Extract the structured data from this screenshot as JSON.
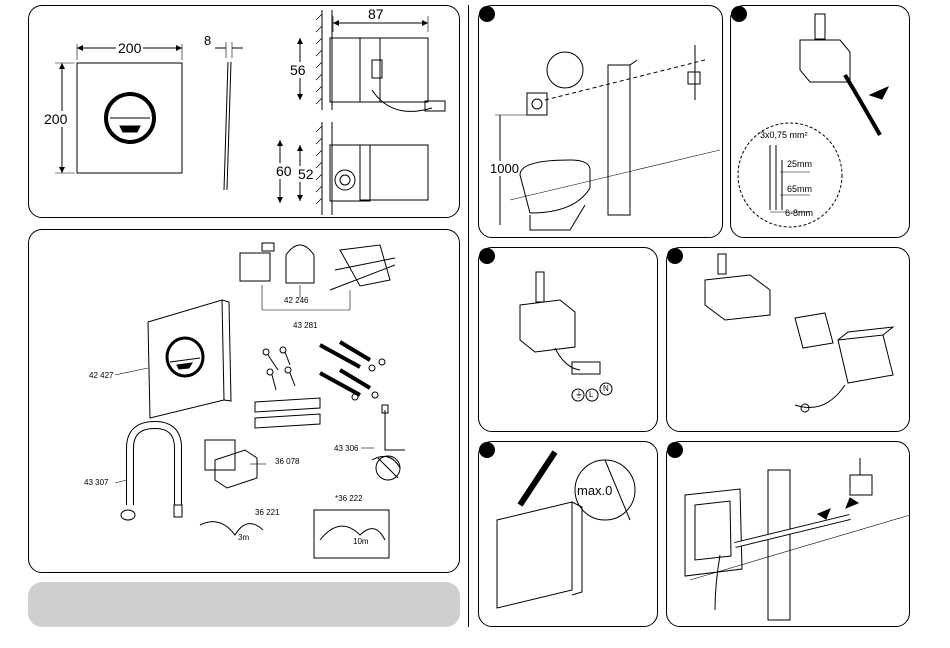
{
  "dimensions": {
    "plate_width": "200",
    "plate_height": "200",
    "plate_depth": "8",
    "box_depth": "87",
    "box_height_upper": "56",
    "box_height_outer": "60",
    "box_height_inner": "52"
  },
  "parts": {
    "plate": "42 427",
    "hose": "43 307",
    "valve": "42 246",
    "valve_set": "43 281",
    "box": "36 078",
    "bracket": "43 306",
    "cable_short_code": "36 221",
    "cable_short_len": "3m",
    "cable_long_code": "*36 222",
    "cable_long_len": "10m"
  },
  "steps": {
    "install_height": "1000",
    "wire_spec": "3x0,75 mm²",
    "strip_25": "25mm",
    "strip_65": "65mm",
    "strip_6_8": "6-8mm",
    "terminal_ground": "⏚",
    "terminal_l": "L",
    "terminal_n": "N",
    "max_offset": "max.0"
  }
}
